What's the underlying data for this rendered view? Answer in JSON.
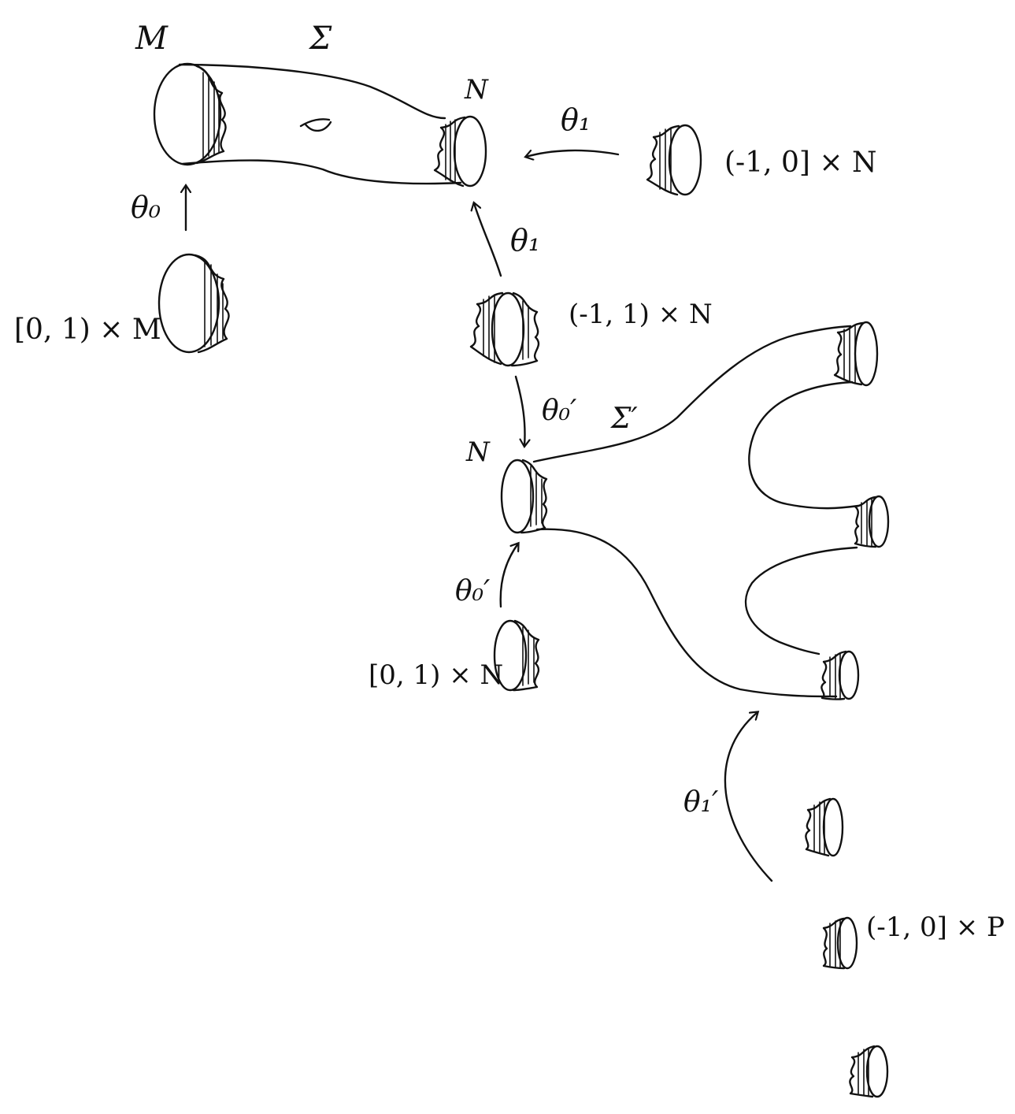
{
  "labels": {
    "M": "M",
    "Sigma": "Σ",
    "N_top": "N",
    "theta0_left": "θ₀",
    "theta1_right": "θ₁",
    "theta1_middle": "θ₁",
    "interval_M": "[0, 1) × M",
    "interval_N_right": "(-1, 0] × N",
    "interval_N_middle": "(-1, 1) × N",
    "theta0prime_upper": "θ₀′",
    "Sigma_prime": "Σ′",
    "N_lower": "N",
    "theta0prime_lower": "θ₀′",
    "interval_N_lower": "[0, 1) × N",
    "theta1prime": "θ₁′",
    "interval_P": "(-1, 0] × P"
  },
  "colors": {
    "ink": "#111111",
    "paper": "#ffffff"
  }
}
